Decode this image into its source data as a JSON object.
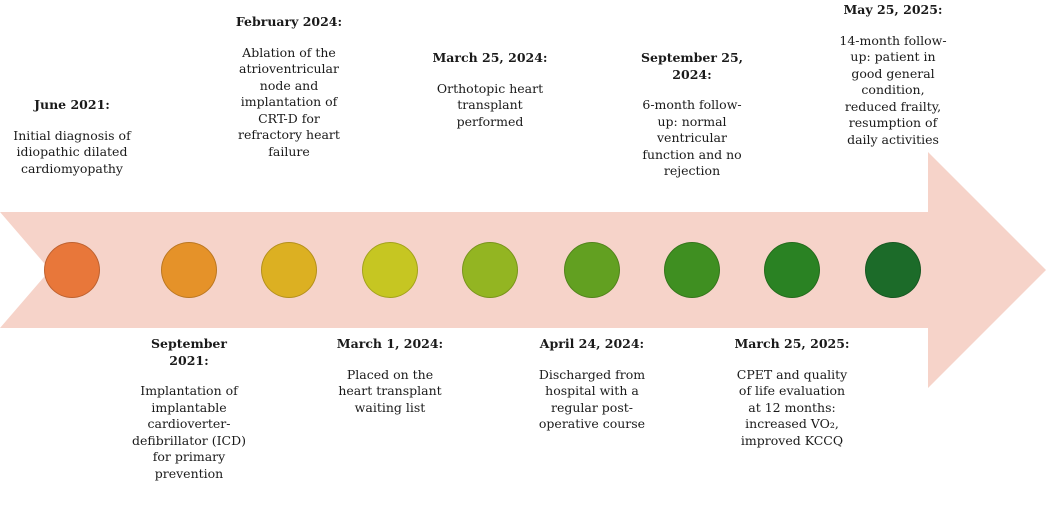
{
  "timeline": {
    "arrow_color": "#f6d3c9",
    "events": [
      {
        "date": "June 2021:",
        "desc": "Initial diagnosis of idiopathic dilated cardiomyopathy",
        "color": "#e8773a",
        "position": "above"
      },
      {
        "date": "September 2021:",
        "desc": "Implantation of implantable cardioverter-defibrillator (ICD) for primary prevention",
        "color": "#e59229",
        "position": "below"
      },
      {
        "date": "February 2024:",
        "desc": "Ablation of the atrioventricular node and implantation of CRT-D for refractory heart failure",
        "color": "#dcb022",
        "position": "above"
      },
      {
        "date": "March 1, 2024:",
        "desc": "Placed on the heart transplant waiting list",
        "color": "#c6c622",
        "position": "below"
      },
      {
        "date": "March 25, 2024:",
        "desc": "Orthotopic heart transplant performed",
        "color": "#93b522",
        "position": "above"
      },
      {
        "date": "April 24, 2024:",
        "desc": "Discharged from hospital with a regular post-operative course",
        "color": "#62a021",
        "position": "below"
      },
      {
        "date": "September 25, 2024:",
        "desc": "6-month follow-up: normal ventricular function and no rejection",
        "color": "#3f8f21",
        "position": "above"
      },
      {
        "date": "March 25, 2025:",
        "desc": "CPET and quality of life evaluation at 12 months: increased VO₂, improved KCCQ",
        "color": "#2a8223",
        "position": "below"
      },
      {
        "date": "May 25, 2025:",
        "desc": "14-month follow-up: patient in good general condition, reduced frailty, resumption of daily activities",
        "color": "#1c6b29",
        "position": "above"
      }
    ]
  }
}
